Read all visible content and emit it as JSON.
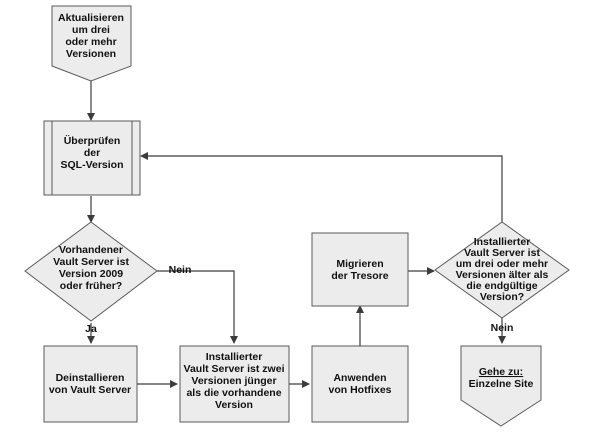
{
  "nodes": {
    "start": [
      "Aktualisieren",
      "um drei",
      "oder mehr",
      "Versionen"
    ],
    "check_sql": [
      "Überprüfen",
      "der",
      "SQL-Version"
    ],
    "decision_2009": [
      "Vorhandener",
      "Vault Server ist",
      "Version 2009",
      "oder früher?"
    ],
    "uninstall": [
      "Deinstallieren",
      "von Vault Server"
    ],
    "install": [
      "Installierter",
      "Vault Server ist zwei",
      "Versionen jünger",
      "als die vorhandene",
      "Version"
    ],
    "hotfixes": [
      "Anwenden",
      "von Hotfixes"
    ],
    "migrate": [
      "Migrieren",
      "der Tresore"
    ],
    "decision_older": [
      "Installierter",
      "Vault Server ist",
      "um drei oder mehr",
      "Versionen älter als",
      "die endgültige",
      "Version?"
    ],
    "goto": [
      "Gehe zu:",
      "Einzelne Site"
    ]
  },
  "edges": {
    "nein_1": "Nein",
    "ja": "Ja",
    "nein_2": "Nein"
  }
}
